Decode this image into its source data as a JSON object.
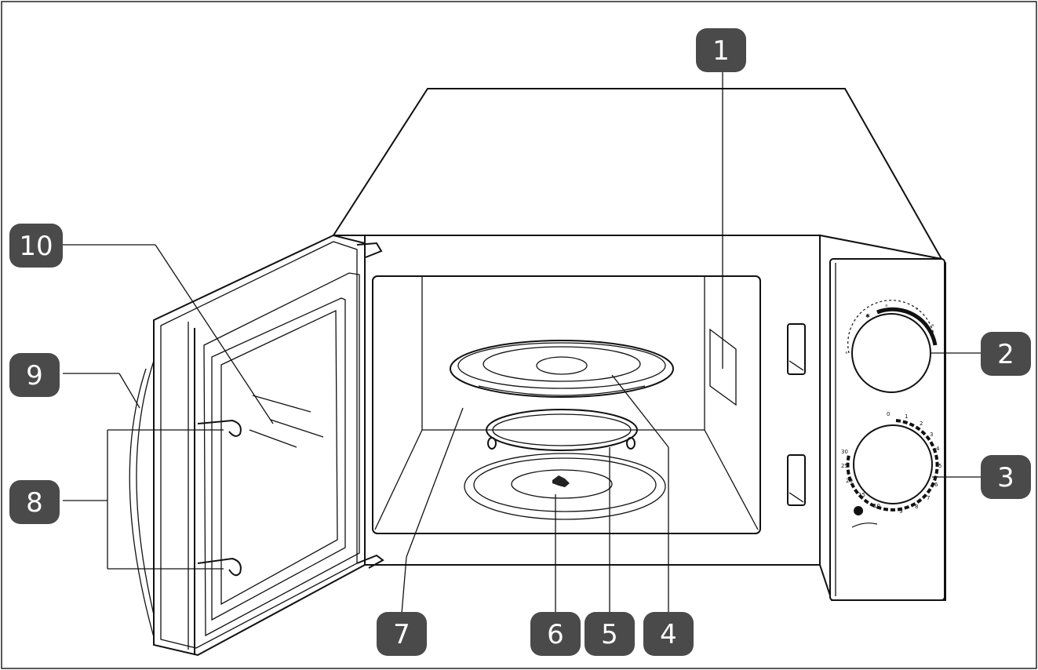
{
  "callouts": [
    {
      "number": "1",
      "part": "mica-cover"
    },
    {
      "number": "2",
      "part": "power-knob"
    },
    {
      "number": "3",
      "part": "timer-knob"
    },
    {
      "number": "4",
      "part": "glass-turntable"
    },
    {
      "number": "5",
      "part": "roller-ring"
    },
    {
      "number": "6",
      "part": "turntable-shaft"
    },
    {
      "number": "7",
      "part": "oven-cavity"
    },
    {
      "number": "8",
      "part": "door-hooks"
    },
    {
      "number": "9",
      "part": "door"
    },
    {
      "number": "10",
      "part": "door-window"
    }
  ],
  "timer_dial": {
    "labels": [
      "0",
      "1",
      "2",
      "3",
      "4",
      "5",
      "6",
      "7",
      "8",
      "9",
      "10",
      "15",
      "20",
      "25",
      "30"
    ]
  },
  "colors": {
    "badge": "#4a4a4a",
    "badge_text": "#ffffff",
    "line": "#111111",
    "background": "#ffffff"
  }
}
